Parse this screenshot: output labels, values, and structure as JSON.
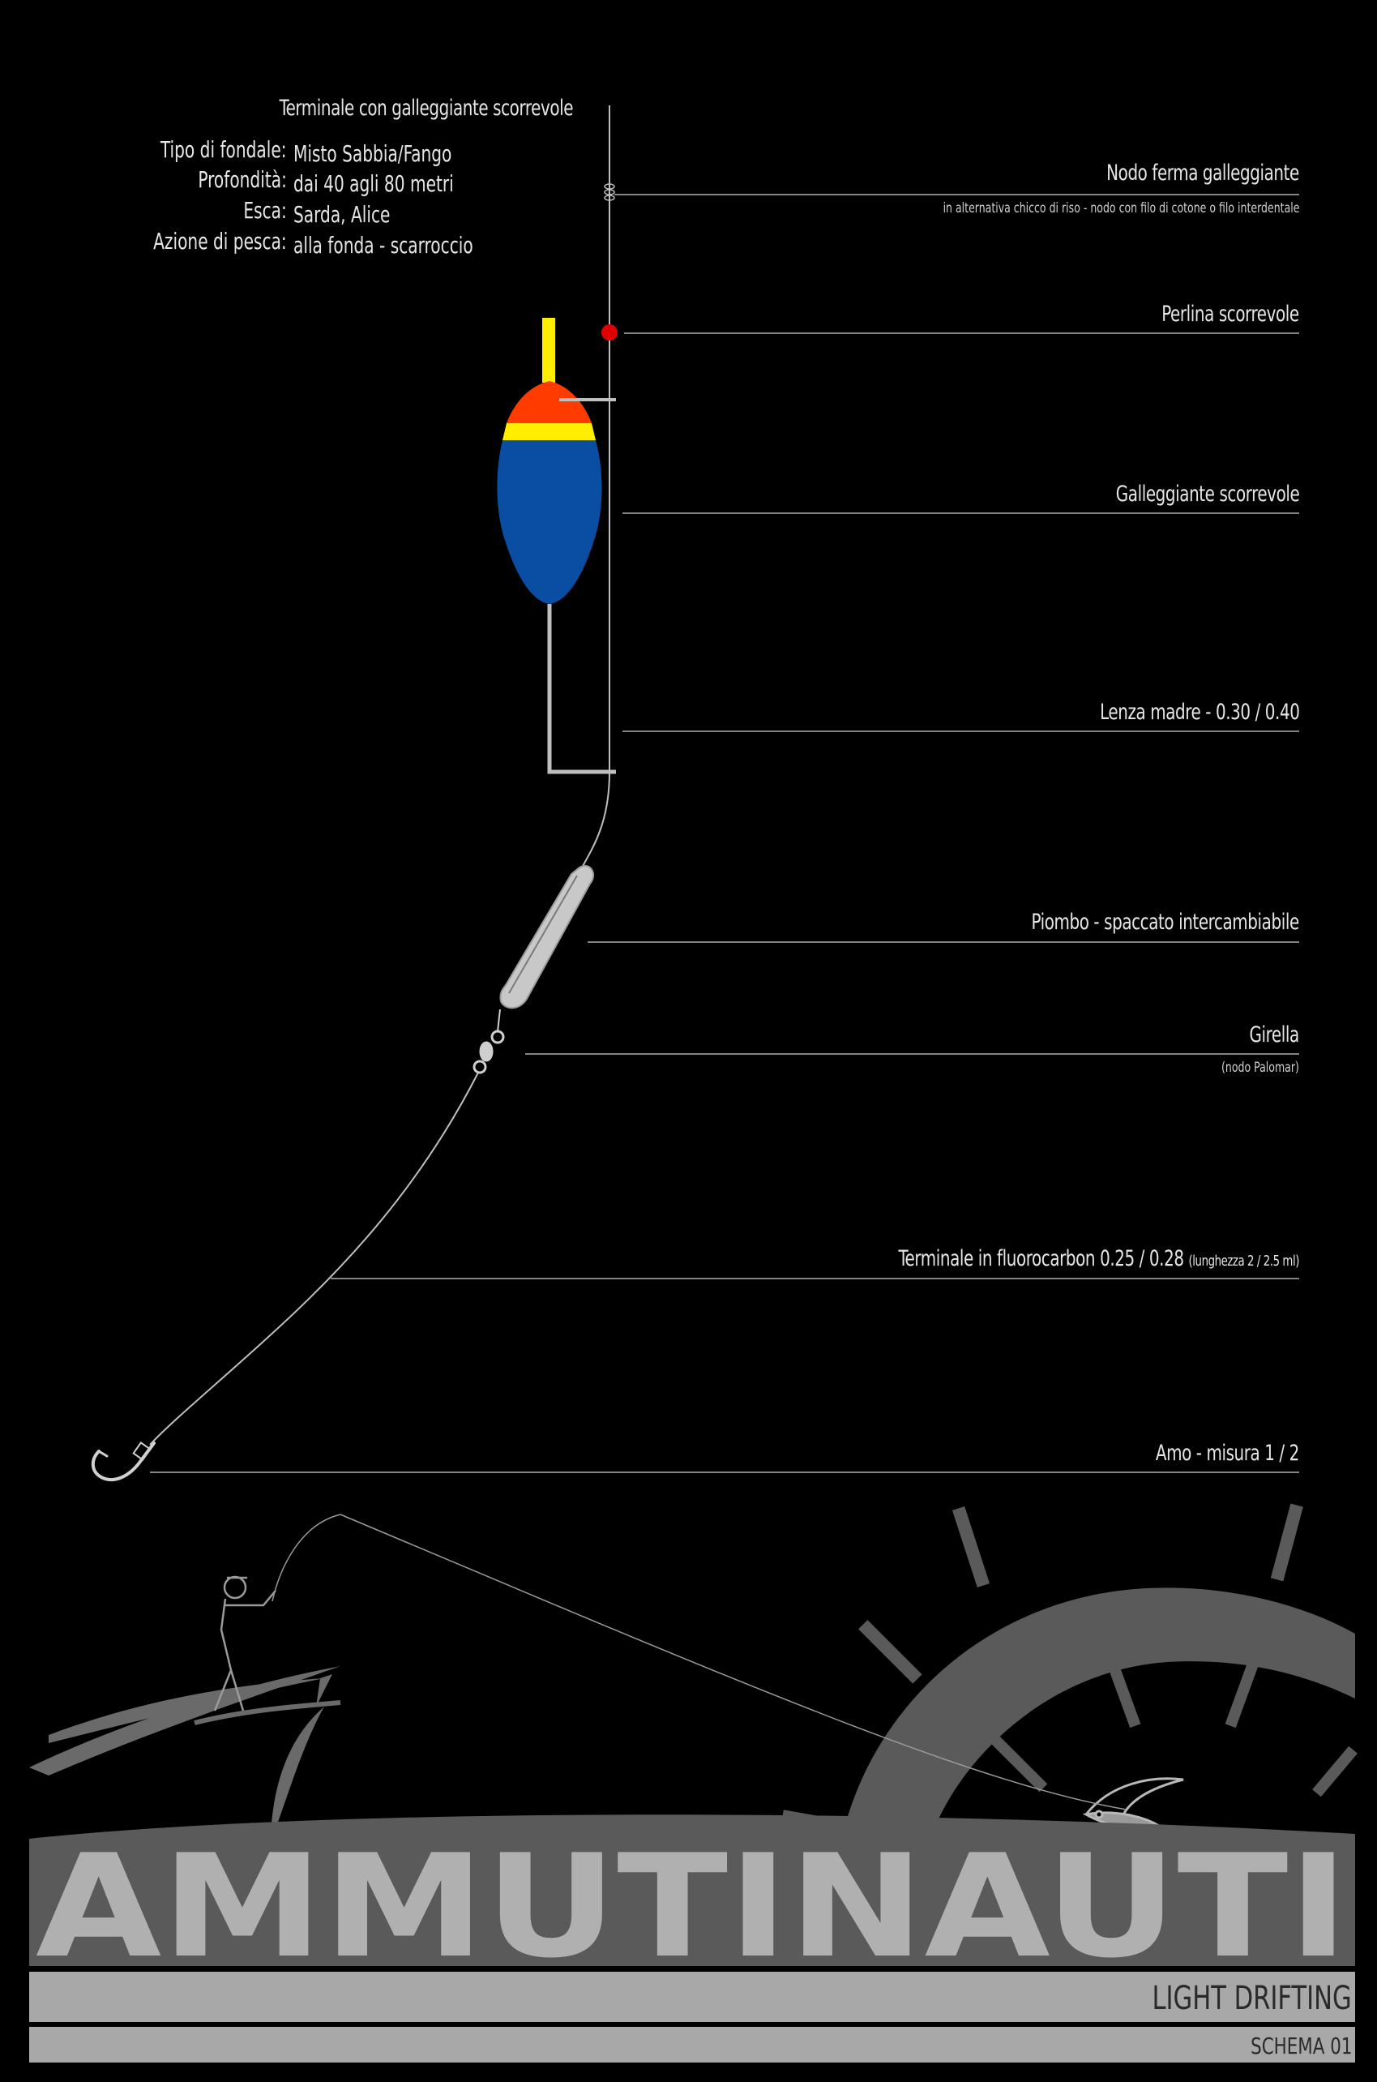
{
  "header": {
    "title": "Terminale con galleggiante scorrevole",
    "info": [
      {
        "key": "Tipo di fondale:",
        "value": "Misto Sabbia/Fango"
      },
      {
        "key": "Profondità:",
        "value": "dai 40 agli 80 metri"
      },
      {
        "key": "Esca:",
        "value": "Sarda, Alice"
      },
      {
        "key": "Azione di pesca:",
        "value": "alla fonda - scarroccio"
      }
    ]
  },
  "labels": {
    "nodo": {
      "text": "Nodo ferma galleggiante",
      "sub": "in alternativa chicco di riso - nodo con filo di cotone o filo interdentale"
    },
    "perlina": {
      "text": "Perlina scorrevole"
    },
    "galleggiante": {
      "text": "Galleggiante scorrevole"
    },
    "lenza": {
      "text": "Lenza madre - 0.30 / 0.40"
    },
    "piombo": {
      "text": "Piombo - spaccato intercambiabile"
    },
    "girella": {
      "text": "Girella",
      "sub": "(nodo Palomar)"
    },
    "terminale": {
      "text": "Terminale in fluorocarbon 0.25 / 0.28",
      "note": "(lunghezza 2 / 2.5 ml)"
    },
    "amo": {
      "text": "Amo - misura 1 / 2"
    }
  },
  "brand": {
    "name": "AMMUTINAUTI",
    "subtitle": "LIGHT DRIFTING",
    "schema": "SCHEMA 01"
  },
  "colors": {
    "background": "#000000",
    "line": "#bfbfbf",
    "float_top": "#ff3b00",
    "float_band": "#ffee00",
    "float_body": "#0a4ea3",
    "antenna": "#ffee00",
    "bead": "#e00000",
    "logo_gray": "#5a5a5a",
    "band_gray": "#a8a8a8"
  }
}
